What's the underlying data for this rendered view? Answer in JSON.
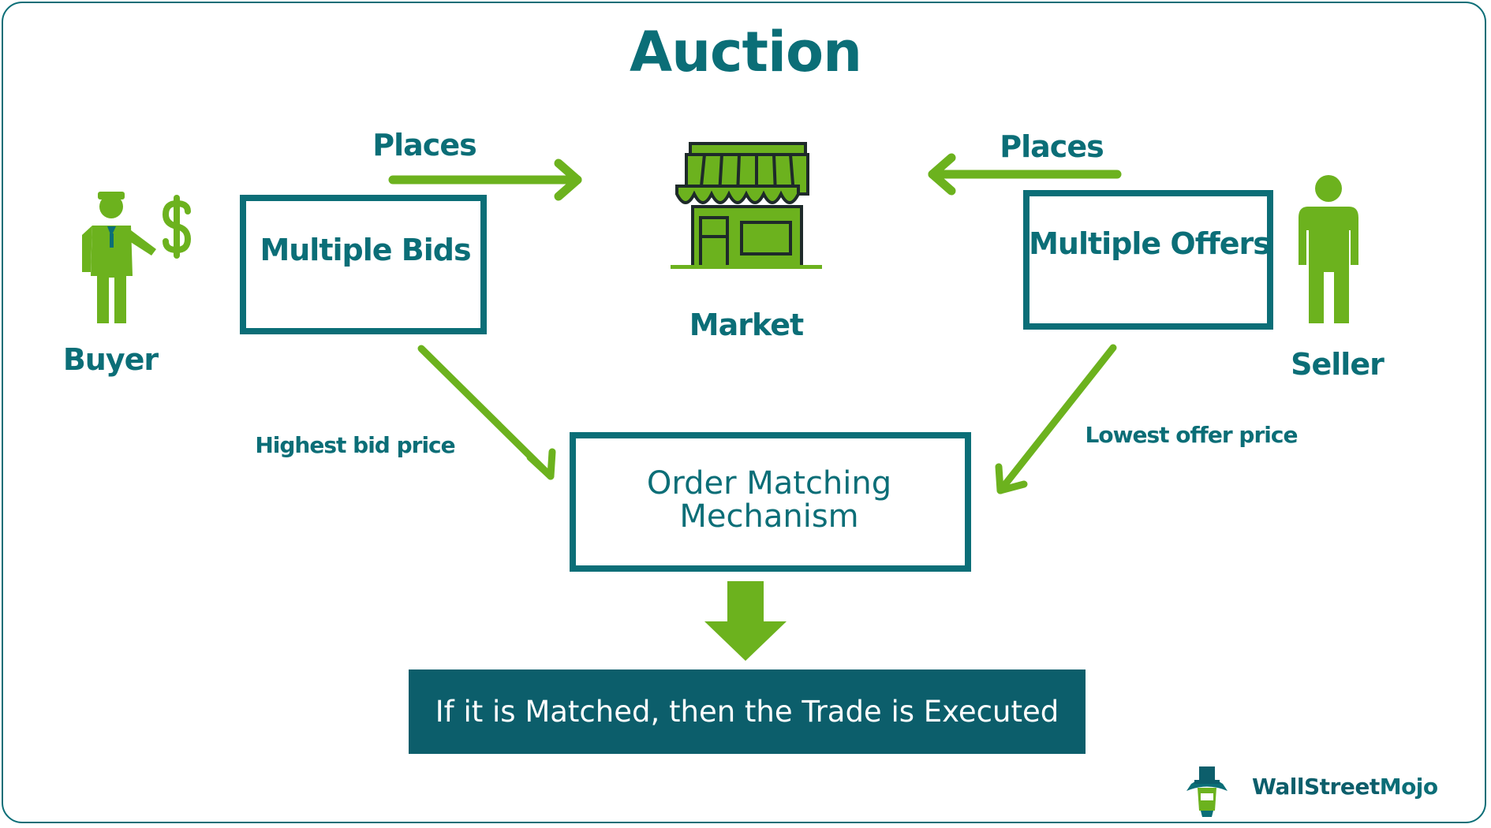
{
  "title": "Auction",
  "nodes": {
    "buyer": "Buyer",
    "seller": "Seller",
    "market": "Market",
    "multiple_bids": "Multiple Bids",
    "multiple_offers": "Multiple Offers",
    "order_matching": "Order Matching Mechanism",
    "result": "If it is Matched, then the Trade is Executed"
  },
  "edges": {
    "bids_to_market": "Places",
    "offers_to_market": "Places",
    "bids_to_matching": "Highest bid price",
    "offers_to_matching": "Lowest offer price"
  },
  "brand": {
    "part1": "WallStreet",
    "part2": "Mojo"
  },
  "colors": {
    "teal": "#0b6e77",
    "dark_teal": "#0c5e6b",
    "green": "#6cb21e"
  },
  "icons": [
    "buyer-icon",
    "dollar-icon",
    "seller-icon",
    "market-store-icon",
    "wallstreetmojo-logo-icon"
  ]
}
